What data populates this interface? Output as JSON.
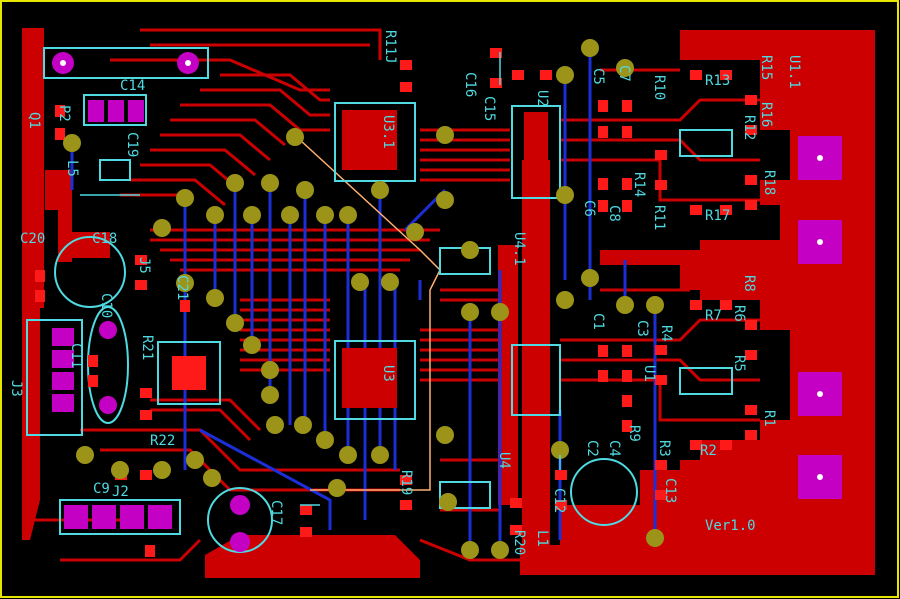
{
  "colors": {
    "background": "#000000",
    "border": "#e6e600",
    "copper_top": "#cc0000",
    "copper_bottom": "#1c2fd6",
    "silkscreen": "#4fd9e0",
    "via": "#9c9418",
    "pad_smd": "#ff1a1a",
    "pad_th": "#c300c3",
    "highlight": "#ffb070"
  },
  "labels": {
    "u11": "U1.1",
    "r11j": "R11J",
    "c14": "C14",
    "q1": "Q1",
    "p2": "P2",
    "l5": "L5",
    "c19": "C19",
    "c20": "C20",
    "c18": "C18",
    "c10": "C10",
    "c11": "C11",
    "j3": "J3",
    "r21": "R21",
    "r22": "R22",
    "c17": "C17",
    "c9": "C9",
    "j2": "J2",
    "u31": "U3.1",
    "u3": "U3",
    "r19": "R19",
    "c16": "C16",
    "c15": "C15",
    "u2": "U2",
    "u41": "U4.1",
    "u4": "U4",
    "r20": "R20",
    "c5": "C5",
    "c6": "C6",
    "c7": "C7",
    "c8": "C8",
    "r10": "R10",
    "r13": "R13",
    "r14": "R14",
    "r15": "R15",
    "r16": "R16",
    "r12": "R12",
    "r18": "R18",
    "r11": "R11",
    "r17": "R17",
    "c1": "C1",
    "c3": "C3",
    "r4": "R4",
    "r6": "R6",
    "r7": "R7",
    "r8": "R8",
    "r5": "R5",
    "u1": "U1",
    "r1": "R1",
    "r2": "R2",
    "r3": "R3",
    "r9": "R9",
    "c4": "C4",
    "c2": "C2",
    "c12": "C12",
    "c13": "C13",
    "l1": "L1",
    "ver": "Ver1.0",
    "c21": "C21",
    "j5": "J5"
  }
}
